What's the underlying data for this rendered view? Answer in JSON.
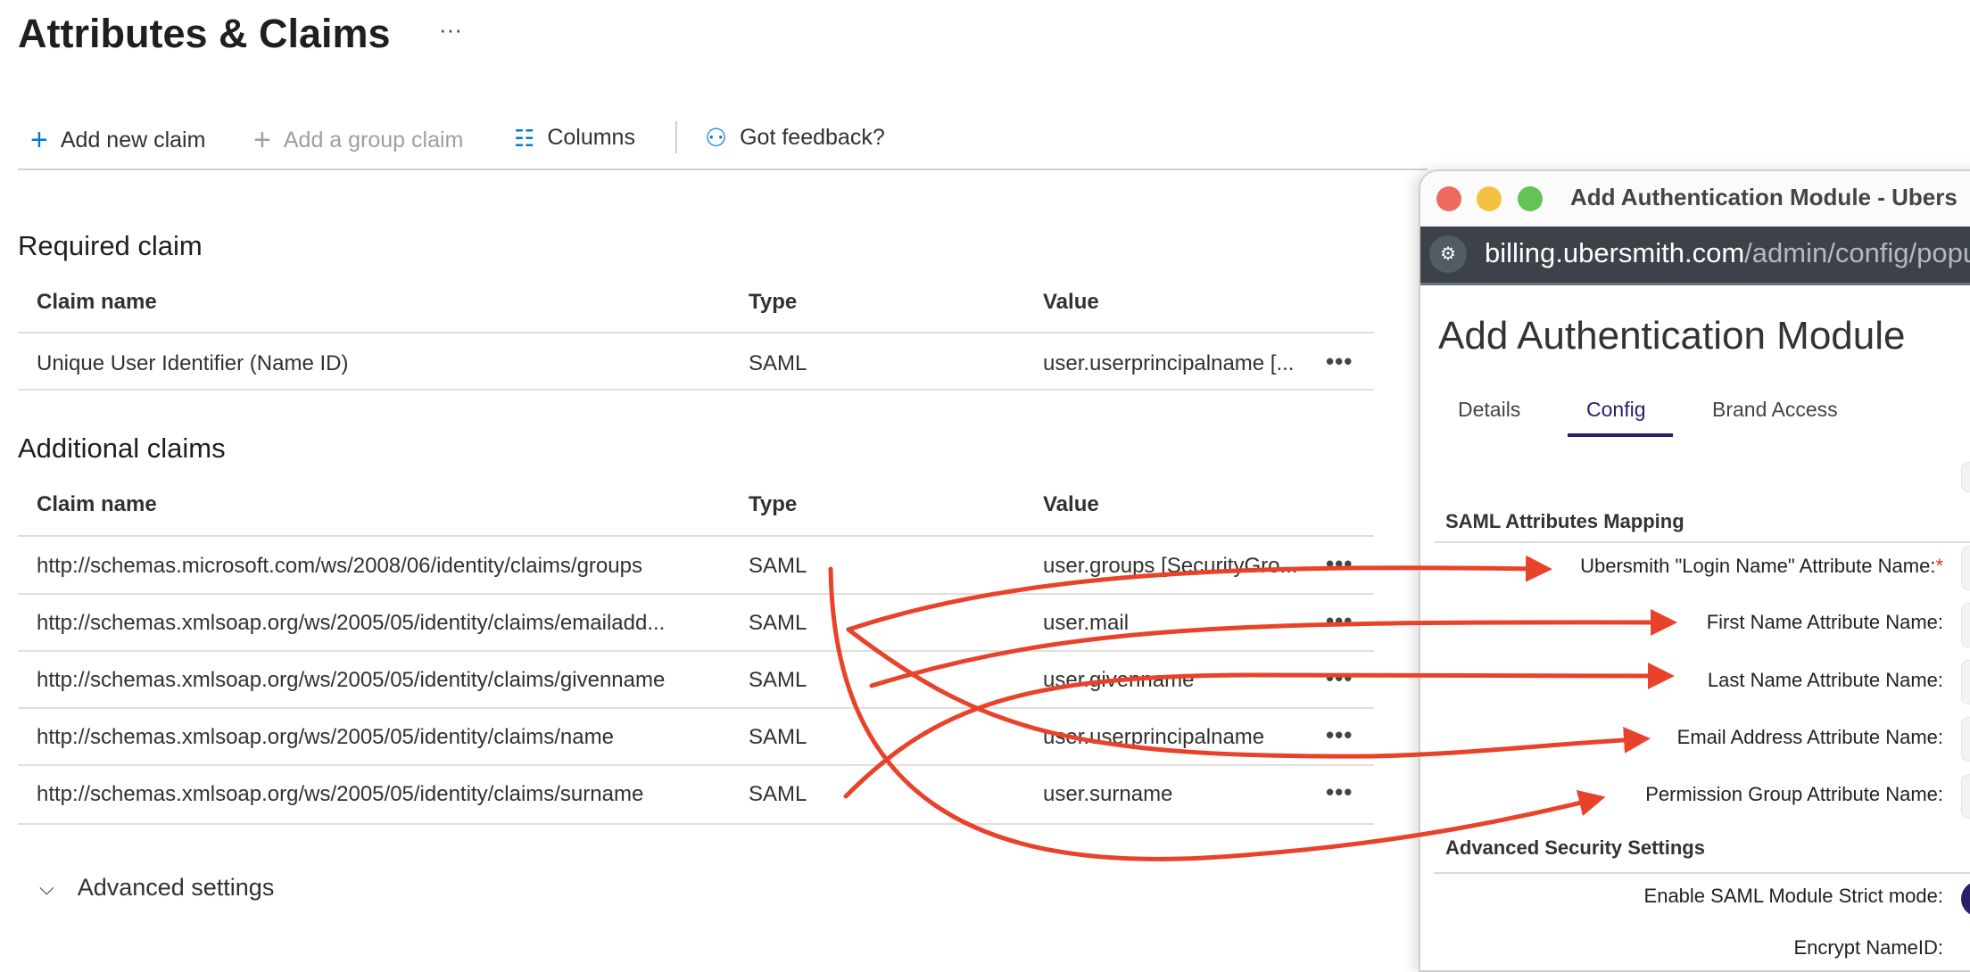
{
  "page": {
    "title": "Attributes & Claims",
    "more": "···"
  },
  "toolbar": {
    "add_new_claim": "Add new claim",
    "add_group_claim": "Add a group claim",
    "columns": "Columns",
    "feedback": "Got feedback?"
  },
  "required": {
    "heading": "Required claim",
    "headers": [
      "Claim name",
      "Type",
      "Value"
    ],
    "rows": [
      {
        "name": "Unique User Identifier (Name ID)",
        "type": "SAML",
        "value": "user.userprincipalname [..."
      }
    ]
  },
  "additional": {
    "heading": "Additional claims",
    "headers": [
      "Claim name",
      "Type",
      "Value"
    ],
    "rows": [
      {
        "name": "http://schemas.microsoft.com/ws/2008/06/identity/claims/groups",
        "type": "SAML",
        "value": "user.groups [SecurityGro..."
      },
      {
        "name": "http://schemas.xmlsoap.org/ws/2005/05/identity/claims/emailadd...",
        "type": "SAML",
        "value": "user.mail"
      },
      {
        "name": "http://schemas.xmlsoap.org/ws/2005/05/identity/claims/givenname",
        "type": "SAML",
        "value": "user.givenname"
      },
      {
        "name": "http://schemas.xmlsoap.org/ws/2005/05/identity/claims/name",
        "type": "SAML",
        "value": "user.userprincipalname"
      },
      {
        "name": "http://schemas.xmlsoap.org/ws/2005/05/identity/claims/surname",
        "type": "SAML",
        "value": "user.surname"
      }
    ]
  },
  "row_menu": "•••",
  "advanced": {
    "label": "Advanced settings"
  },
  "popup": {
    "window_title": "Add Authentication Module - Ubers",
    "url_host": "billing.ubersmith.com",
    "url_path": "/admin/config/popup",
    "heading": "Add Authentication Module",
    "tabs": [
      "Details",
      "Config",
      "Brand Access"
    ],
    "active_tab": "Config",
    "saml_heading": "SAML Attributes Mapping",
    "fields": [
      "Ubersmith \"Login Name\" Attribute Name:",
      "First Name Attribute Name:",
      "Last Name Attribute Name:",
      "Email Address Attribute Name:",
      "Permission Group Attribute Name:"
    ],
    "required_mark": "*",
    "security_heading": "Advanced Security Settings",
    "strict_mode": "Enable SAML Module Strict mode:",
    "encrypt": "Encrypt NameID:"
  },
  "colors": {
    "accent": "#0078d4",
    "arrow": "#e8432a",
    "tab_active": "#2b1f6b"
  }
}
